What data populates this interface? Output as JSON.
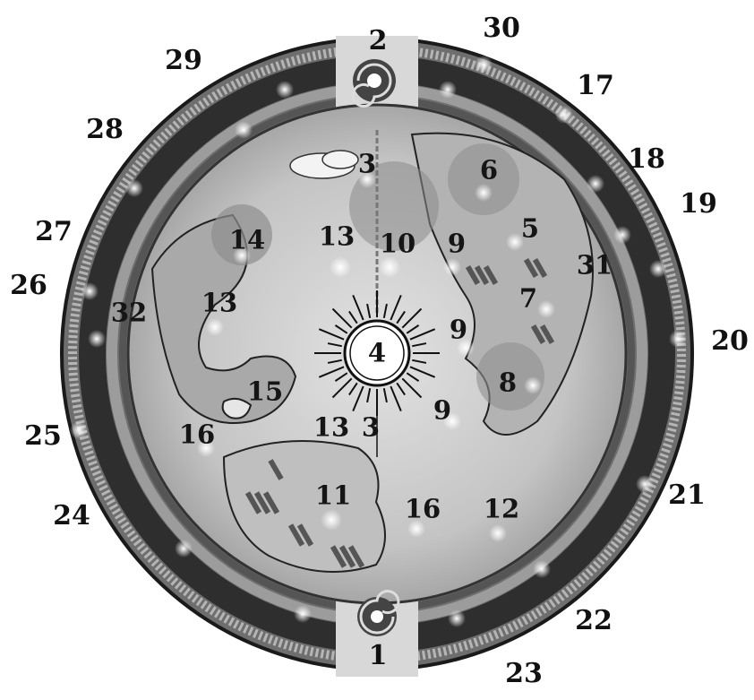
{
  "labels": {
    "l1": "1",
    "l2": "2",
    "l3a": "3",
    "l3b": "3",
    "l4": "4",
    "l5": "5",
    "l6": "6",
    "l7": "7",
    "l8": "8",
    "l9a": "9",
    "l9b": "9",
    "l9c": "9",
    "l10": "10",
    "l11": "11",
    "l12": "12",
    "l13a": "13",
    "l13b": "13",
    "l13c": "13",
    "l14": "14",
    "l15": "15",
    "l16a": "16",
    "l16b": "16",
    "l17": "17",
    "l18": "18",
    "l19": "19",
    "l20": "20",
    "l21": "21",
    "l22": "22",
    "l23": "23",
    "l24": "24",
    "l25": "25",
    "l26": "26",
    "l27": "27",
    "l28": "28",
    "l29": "29",
    "l30": "30",
    "l31": "31",
    "l32": "32"
  },
  "colors": {
    "inner_surface": "#c9c9c9",
    "dark_band": "#3a3a3a",
    "shell": "#8a8a8a",
    "ink": "#111111"
  },
  "icons": {
    "central_sun": "sun-icon",
    "vortex": "spiral-vortex-icon"
  }
}
